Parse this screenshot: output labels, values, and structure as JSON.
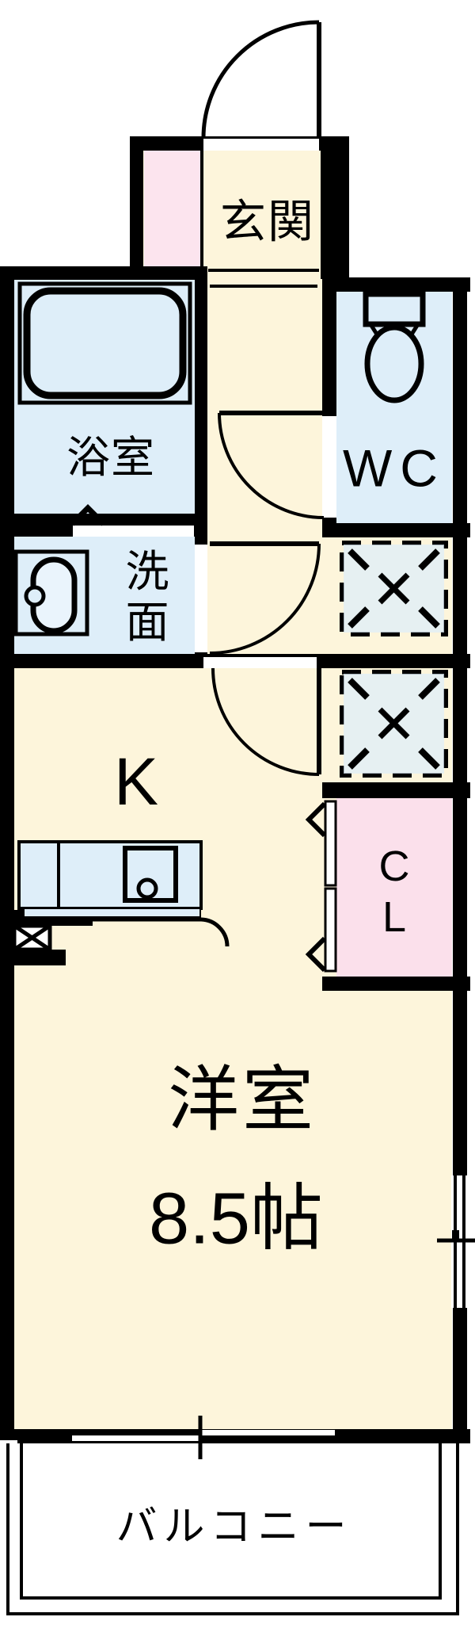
{
  "title": "floor-plan",
  "colors": {
    "wall": "#000000",
    "white": "#ffffff",
    "floor": "#FDF5DB",
    "wet": "#DEEEF9",
    "wet_light": "#EAF4FC",
    "shoebox_pink": "#FCE4EE",
    "closet_pink": "#FBE0EB"
  },
  "labels": {
    "genkan": "玄関",
    "bathroom": "浴室",
    "washroom": "洗\n面",
    "wc": "WC",
    "kitchen": "K",
    "closet": "C\nL",
    "main_room": "洋室",
    "main_room_size": "8.5帖",
    "balcony": "バルコニー"
  },
  "symbols": {
    "entrance_door": "door-swing-arc",
    "interior_doors": "door-swing-arc",
    "bath_door": "triangle-marker",
    "closet_door": "folding-door-chevrons",
    "bathtub": "bathtub",
    "toilet": "toilet",
    "washbasin": "washbasin",
    "kitchen_sink": "sink-with-faucet",
    "appliance_spaces": "dashed-square-with-x",
    "pipe_space": "box-with-x",
    "windows": "sliding-window-ticks"
  }
}
